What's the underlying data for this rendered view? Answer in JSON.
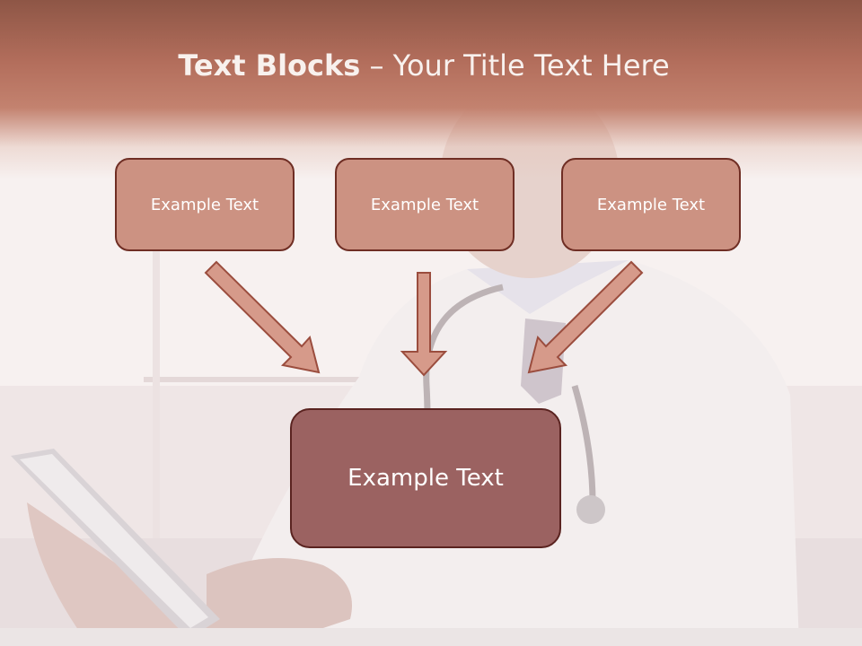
{
  "slide": {
    "title_bold": "Text Blocks",
    "title_dash": " – ",
    "title_rest": "Your Title Text Here",
    "boxes": [
      {
        "label": "Example Text"
      },
      {
        "label": "Example Text"
      },
      {
        "label": "Example Text"
      }
    ],
    "main_box": {
      "label": "Example Text"
    }
  },
  "colors": {
    "header": "#b36e5c",
    "box_fill": "#cc9282",
    "box_border": "#6f2e24",
    "main_fill": "#9b6261",
    "arrow_fill": "#d69a8a"
  }
}
